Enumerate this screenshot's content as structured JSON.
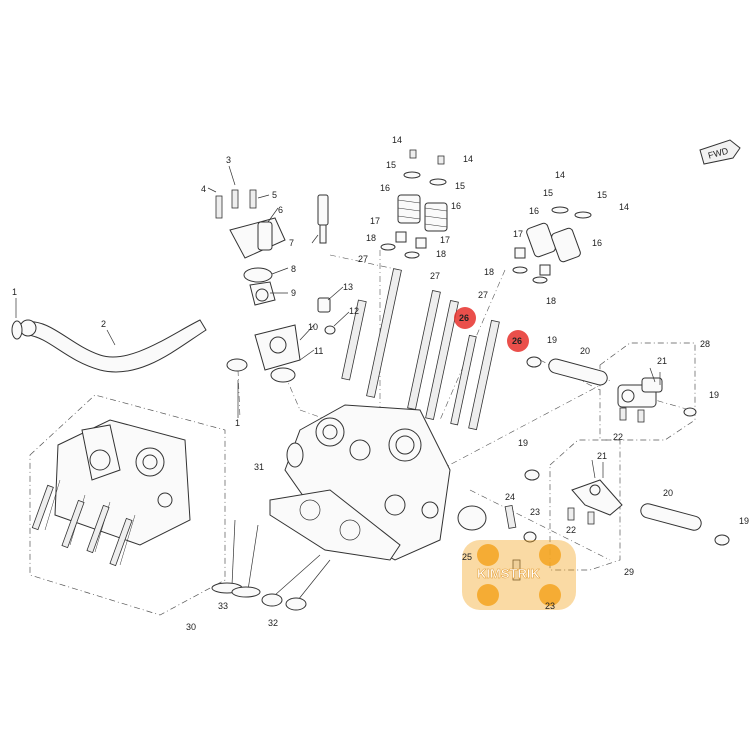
{
  "diagram": {
    "fwd_label": "FWD",
    "watermark_text": "KIMSTRIK",
    "highlight_color": "#e6302c",
    "watermark_color": "#f5a623",
    "callouts": {
      "c1a": "1",
      "c1b": "1",
      "c2": "2",
      "c3": "3",
      "c4": "4",
      "c5": "5",
      "c6": "6",
      "c7": "7",
      "c8": "8",
      "c9": "9",
      "c10": "10",
      "c11": "11",
      "c12": "12",
      "c13": "13",
      "c14a": "14",
      "c14b": "14",
      "c14c": "14",
      "c15a": "15",
      "c15b": "15",
      "c15c": "15",
      "c15d": "15",
      "c16a": "16",
      "c16b": "16",
      "c16c": "16",
      "c16d": "16",
      "c17a": "17",
      "c17b": "17",
      "c17c": "17",
      "c18a": "18",
      "c18b": "18",
      "c18c": "18",
      "c18d": "18",
      "c19a": "19",
      "c19b": "19",
      "c19c": "19",
      "c19d": "19",
      "c20a": "20",
      "c20b": "20",
      "c21a": "21",
      "c21b": "21",
      "c22a": "22",
      "c22b": "22",
      "c23a": "23",
      "c23b": "23",
      "c24": "24",
      "c25": "25",
      "c26a": "26",
      "c26b": "26",
      "c27a": "27",
      "c27b": "27",
      "c27c": "27",
      "c28": "28",
      "c29": "29",
      "c30": "30",
      "c31": "31",
      "c32": "32",
      "c33": "33"
    }
  }
}
